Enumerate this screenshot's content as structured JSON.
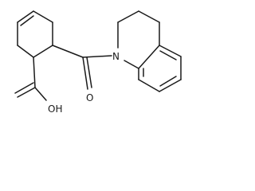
{
  "molecule": {
    "atoms": {
      "nitrogen": "N",
      "carbonyl_oxygen": "O",
      "hydroxyl": "OH"
    }
  },
  "colors": {
    "ink": "#1a1a1a",
    "background": "#ffffff"
  }
}
